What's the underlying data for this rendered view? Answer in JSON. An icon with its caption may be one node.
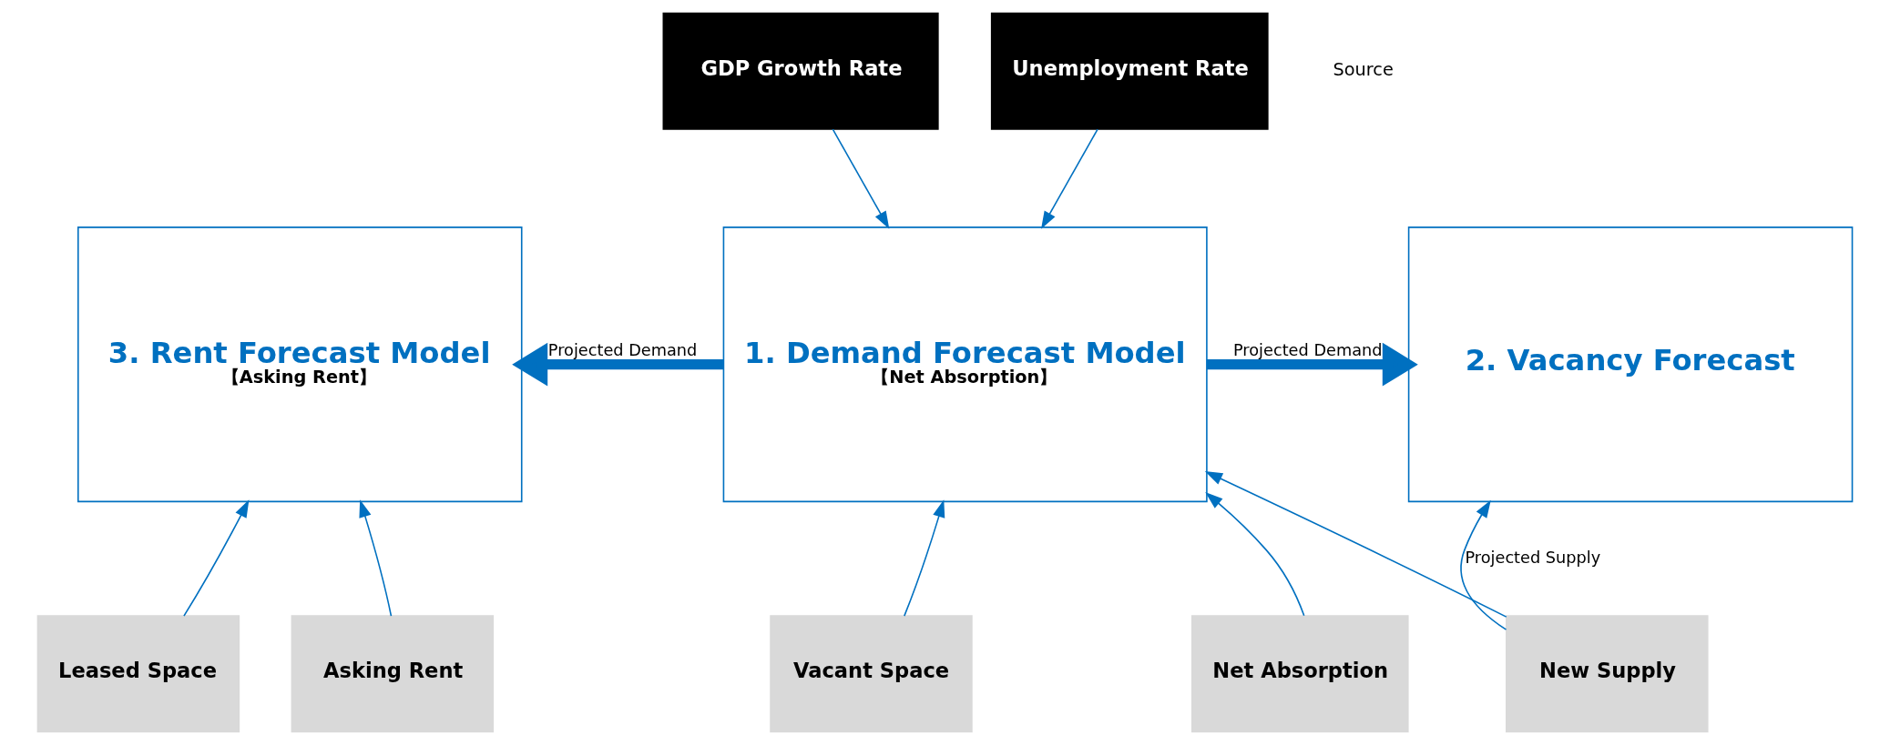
{
  "diagram": {
    "nodes": [
      {
        "text": [
          "GDP Growth Rate"
        ]
      },
      {
        "text": [
          "Unemployment Rate"
        ]
      },
      {
        "text": [
          "3. Rent Forecast Model",
          "【Asking Rent】"
        ]
      },
      {
        "text": [
          "1. Demand Forecast Model",
          "【Net Absorption】"
        ]
      },
      {
        "text": [
          "2. Vacancy Forecast"
        ]
      },
      {
        "text": [
          "Asking Rent"
        ]
      },
      {
        "text": [
          "Leased Space"
        ]
      },
      {
        "text": [
          "Net Absorption"
        ]
      },
      {
        "text": [
          "Vacant Space"
        ]
      },
      {
        "text": [
          "New Supply"
        ]
      }
    ],
    "edges": [
      {
        "from": 0,
        "to": 3,
        "arrow": "to"
      },
      {
        "from": 1,
        "to": 3,
        "arrow": "to"
      },
      {
        "from": 3,
        "to": 2,
        "arrow": "to",
        "label": "Projected Demand",
        "style": "thick"
      },
      {
        "from": 3,
        "to": 4,
        "arrow": "to",
        "label": "Projected Demand",
        "style": "thick"
      },
      {
        "from": 5,
        "to": 2,
        "arrow": "to"
      },
      {
        "from": 6,
        "to": 2,
        "arrow": "to"
      },
      {
        "from": 7,
        "to": 3,
        "arrow": "to"
      },
      {
        "from": 8,
        "to": 3,
        "arrow": "to"
      },
      {
        "from": 9,
        "to": 3,
        "arrow": "to"
      },
      {
        "from": 9,
        "to": 4,
        "arrow": "to",
        "label": "Projected Supply"
      }
    ],
    "labels": [
      "Source"
    ]
  }
}
